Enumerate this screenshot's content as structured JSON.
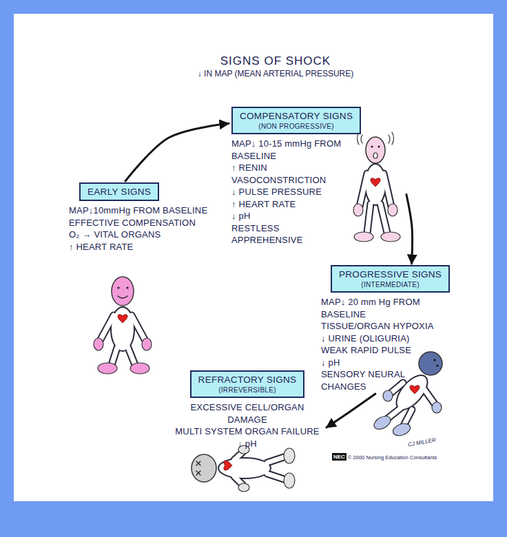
{
  "diagram": {
    "title": "SIGNS OF SHOCK",
    "nodes": [
      {
        "text": [
          "EARLY SIGNS",
          "MAP↓10mmHg FROM BASELINE",
          "EFFECTIVE COMPENSATION",
          "O₂ → VITAL ORGANS",
          "↑ HEART RATE"
        ]
      },
      {
        "text": [
          "COMPENSATORY SIGNS",
          "(NON PROGRESSIVE)",
          "MAP↓ 10-15 mmHg FROM BASELINE",
          "↑ RENIN",
          "VASOCONSTRICTION",
          "↓ PULSE PRESSURE",
          "↑ HEART RATE",
          "↓ pH",
          "RESTLESS",
          "APPREHENSIVE"
        ]
      },
      {
        "text": [
          "PROGRESSIVE SIGNS",
          "(INTERMEDIATE)",
          "MAP↓ 20 mm Hg FROM BASELINE",
          "TISSUE/ORGAN HYPOXIA",
          "↓ URINE (OLIGURIA)",
          "WEAK RAPID PULSE",
          "↓ pH",
          "SENSORY NEURAL CHANGES"
        ]
      },
      {
        "text": [
          "REFRACTORY SIGNS",
          "(IRREVERSIBLE)",
          "EXCESSIVE CELL/ORGAN DAMAGE",
          "MULTI SYSTEM ORGAN FAILURE",
          "↓ pH"
        ]
      }
    ],
    "edges": [
      {
        "from": 0,
        "to": 1,
        "arrow": "to"
      },
      {
        "from": 1,
        "to": 2,
        "arrow": "to"
      },
      {
        "from": 2,
        "to": 3,
        "arrow": "to"
      }
    ],
    "labels": [
      "↓ IN MAP (MEAN ARTERIAL PRESSURE)",
      "CJ MILLER",
      "NEC",
      "© 2000 Nursing Education Consultants"
    ]
  }
}
